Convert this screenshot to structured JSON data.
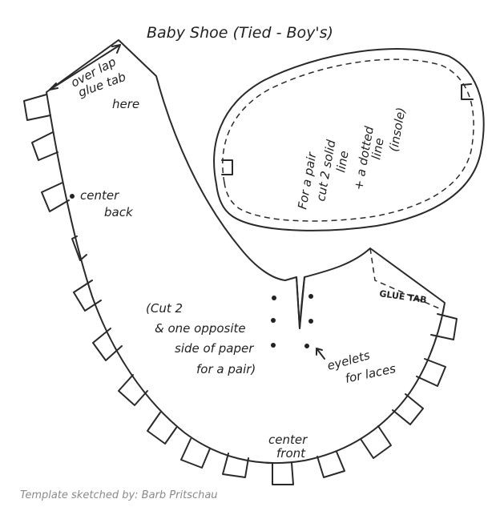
{
  "title": "Baby Shoe (Tied - Boy's)",
  "labels": {
    "overlap_1": "over lap",
    "overlap_2": "glue tab",
    "overlap_3": "here",
    "center_back_1": "center",
    "center_back_2": "back",
    "cut_1": "(Cut 2",
    "cut_2": "& one opposite",
    "cut_3": "side of paper",
    "cut_4": "for a pair)",
    "eyelets_1": "eyelets",
    "eyelets_2": "for laces",
    "glue_tab": "GLUE TAB",
    "center_front_1": "center",
    "center_front_2": "front",
    "insole_1": "For a pair",
    "insole_2": "cut 2 solid",
    "insole_3": "line",
    "insole_4": "+ a dotted",
    "insole_5": "line",
    "insole_6": "(insole)"
  },
  "credit": "Template sketched by: Barb Pritschau",
  "colors": {
    "ink": "#2a2a2a",
    "credit": "#8a8a8a"
  }
}
